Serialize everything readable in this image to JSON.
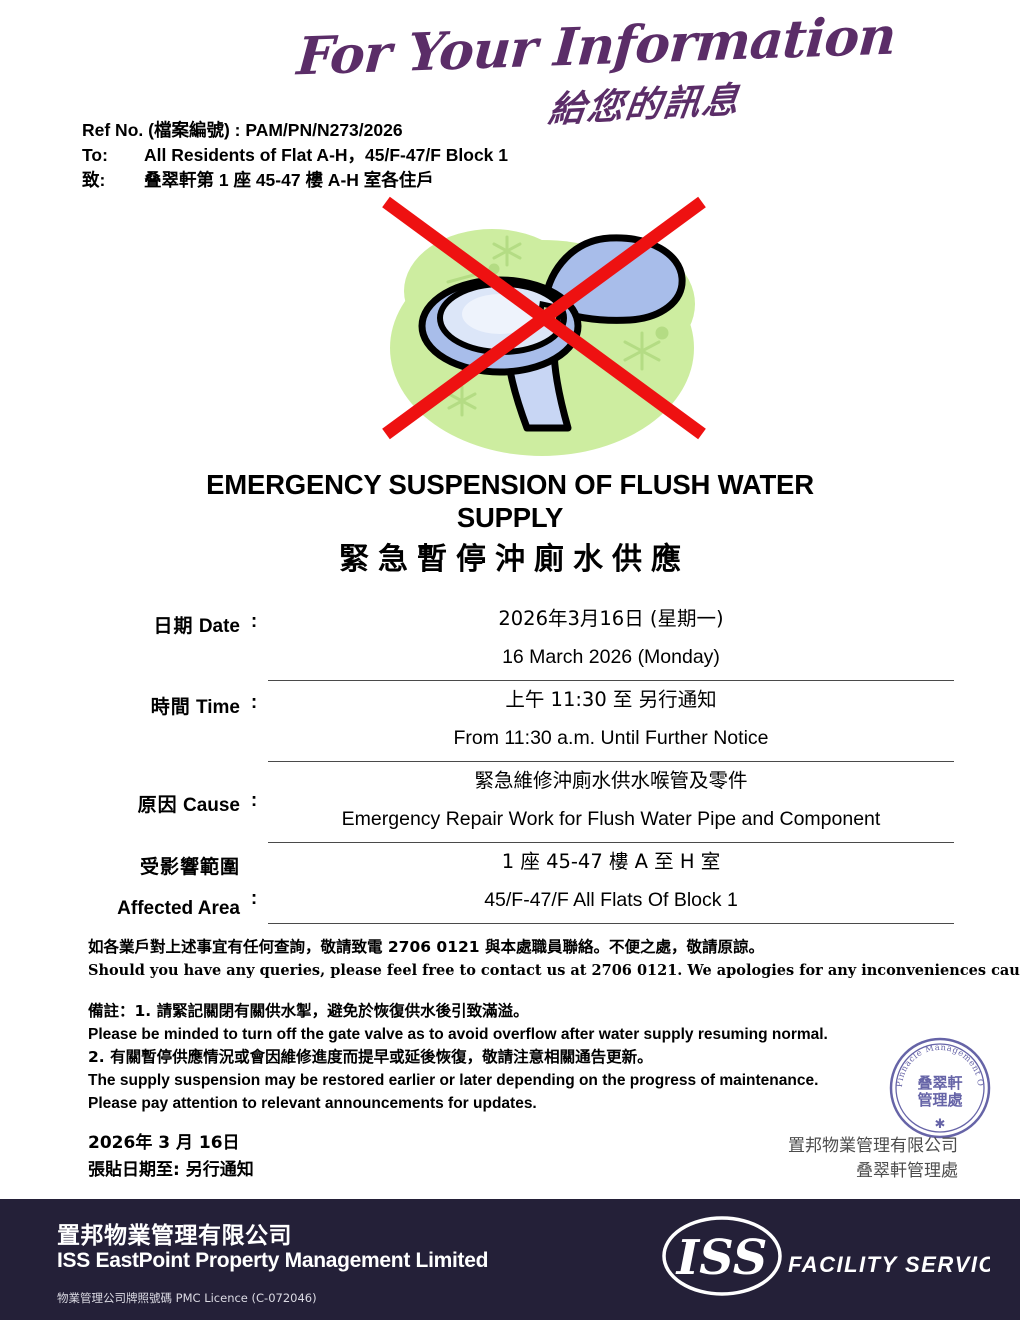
{
  "header": {
    "logo_en": "For Your Information",
    "logo_zh": "給您的訊息",
    "logo_color": "#5b2d68"
  },
  "ref": {
    "ref_line": "Ref No. (檔案編號) : PAM/PN/N273/2026",
    "to_label": "To:",
    "to_value": "All Residents of Flat A-H，45/F-47/F Block 1",
    "zhi_label": "致:",
    "zhi_value": "叠翠軒第 1 座 45-47 樓 A-H 室各住戶"
  },
  "graphic": {
    "name": "no-flush-toilet-graphic",
    "blob_color": "#cdeda0",
    "toilet_fill": "#a8bdea",
    "toilet_light": "#dce6f8",
    "outline_color": "#000000",
    "cross_color": "#ee1111"
  },
  "title": {
    "en_line1": "EMERGENCY SUSPENSION OF FLUSH WATER",
    "en_line2": "SUPPLY",
    "zh": "緊急暫停沖廁水供應"
  },
  "details": [
    {
      "label_zh": "日期",
      "label_en": "Date",
      "colon": ":",
      "value_zh": "2026年3月16日 (星期一)",
      "value_en": "16 March 2026 (Monday)"
    },
    {
      "label_zh": "時間",
      "label_en": "Time",
      "colon": ":",
      "value_zh": "上午 11:30 至 另行通知",
      "value_en": "From 11:30 a.m. Until Further Notice"
    },
    {
      "label_zh": "原因",
      "label_en": "Cause",
      "colon": ":",
      "value_zh": "緊急維修沖廁水供水喉管及零件",
      "value_en": "Emergency Repair Work for Flush Water Pipe and Component"
    },
    {
      "label_zh": "受影響範圍",
      "label_en": "Affected Area",
      "colon": ":",
      "value_zh": "1 座 45-47 樓 A 至 H 室",
      "value_en": "45/F-47/F All Flats Of Block 1"
    }
  ],
  "contact": {
    "zh": "如各業戶對上述事宜有任何查詢，敬請致電 2706 0121 與本處職員聯絡。不便之處，敬請原諒。",
    "en": "Should you have any queries, please feel free to contact us at 2706 0121. We apologies for any inconveniences caused."
  },
  "remarks": {
    "zh1": "備註：1. 請緊記關閉有關供水掣，避免於恢復供水後引致滿溢。",
    "en1": "Please be minded to turn off the gate valve as to avoid overflow after water supply resuming normal.",
    "zh2": "2. 有關暫停供應情況或會因維修進度而提早或延後恢復，敬請注意相關通告更新。",
    "en2": "The supply suspension may be restored earlier or later depending on the progress of maintenance.",
    "en3": "Please pay attention to relevant announcements for updates."
  },
  "stamp": {
    "outer_text": "The Pinnacle Management Office",
    "center_line1": "叠翠軒",
    "center_line2": "管理處",
    "color": "#5a57a0"
  },
  "signoff": {
    "date": "2026年 3 月 16日",
    "posted_until": "張貼日期至: 另行通知",
    "company_zh": "置邦物業管理有限公司",
    "office_zh": "叠翠軒管理處"
  },
  "footer": {
    "background": "#242038",
    "company_zh": "置邦物業管理有限公司",
    "company_en": "ISS EastPoint Property Management Limited",
    "licence": "物業管理公司牌照號碼 PMC Licence (C-072046)",
    "brand": "ISS",
    "brand_tagline": "FACILITY SERVICES"
  }
}
